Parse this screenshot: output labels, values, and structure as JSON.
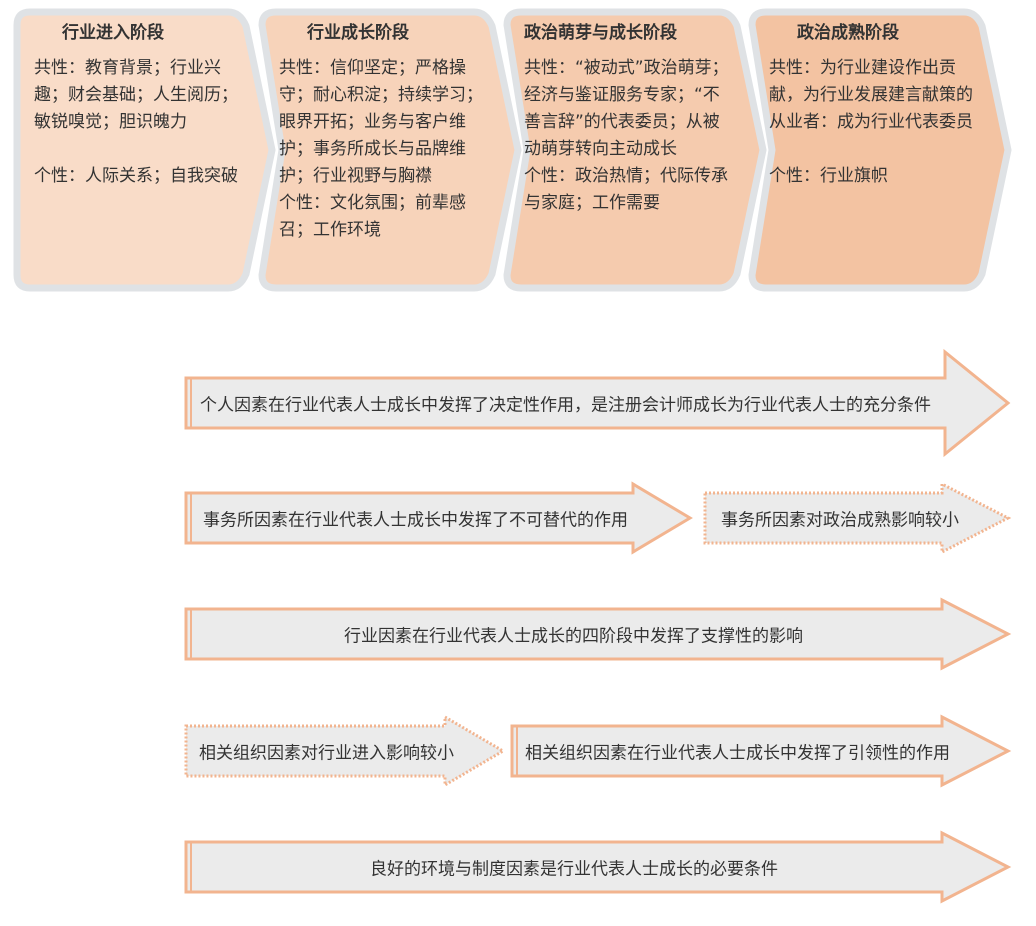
{
  "colors": {
    "stage1": "#f9dcc8",
    "stage2": "#f7d3ba",
    "stage3": "#f5cbae",
    "stage4": "#f3c3a2",
    "stage_border": "#dfe2e5",
    "arrow_fill": "#ebebeb",
    "arrow_border": "#f2b48f"
  },
  "stages": [
    {
      "title": "行业进入阶段",
      "common": "共性：教育背景；行业兴趣；财会基础；人生阅历；敏锐嗅觉；胆识魄力",
      "individual": "个性：人际关系；自我突破"
    },
    {
      "title": "行业成长阶段",
      "common": "共性：信仰坚定；严格操守；耐心积淀；持续学习；眼界开拓；业务与客户维护；事务所成长与品牌维护；行业视野与胸襟",
      "individual": "个性：文化氛围；前辈感召；工作环境"
    },
    {
      "title": "政治萌芽与成长阶段",
      "common": "共性：“被动式”政治萌芽；经济与鉴证服务专家；“不善言辞”的代表委员；从被动萌芽转向主动成长",
      "individual": "个性：政治热情；代际传承与家庭；工作需要"
    },
    {
      "title": "政治成熟阶段",
      "common": "共性：为行业建设作出贡献，为行业发展建言献策的从业者：成为行业代表委员",
      "individual": "个性：行业旗帜"
    }
  ],
  "arrows": {
    "personal": "个人因素在行业代表人士成长中发挥了决定性作用，是注册会计师成长为行业代表人士的充分条件",
    "firm_major": "事务所因素在行业代表人士成长中发挥了不可替代的作用",
    "firm_minor": "事务所因素对政治成熟影响较小",
    "industry": "行业因素在行业代表人士成长的四阶段中发挥了支撑性的影响",
    "org_minor": "相关组织因素对行业进入影响较小",
    "org_major": "相关组织因素在行业代表人士成长中发挥了引领性的作用",
    "environment": "良好的环境与制度因素是行业代表人士成长的必要条件"
  }
}
